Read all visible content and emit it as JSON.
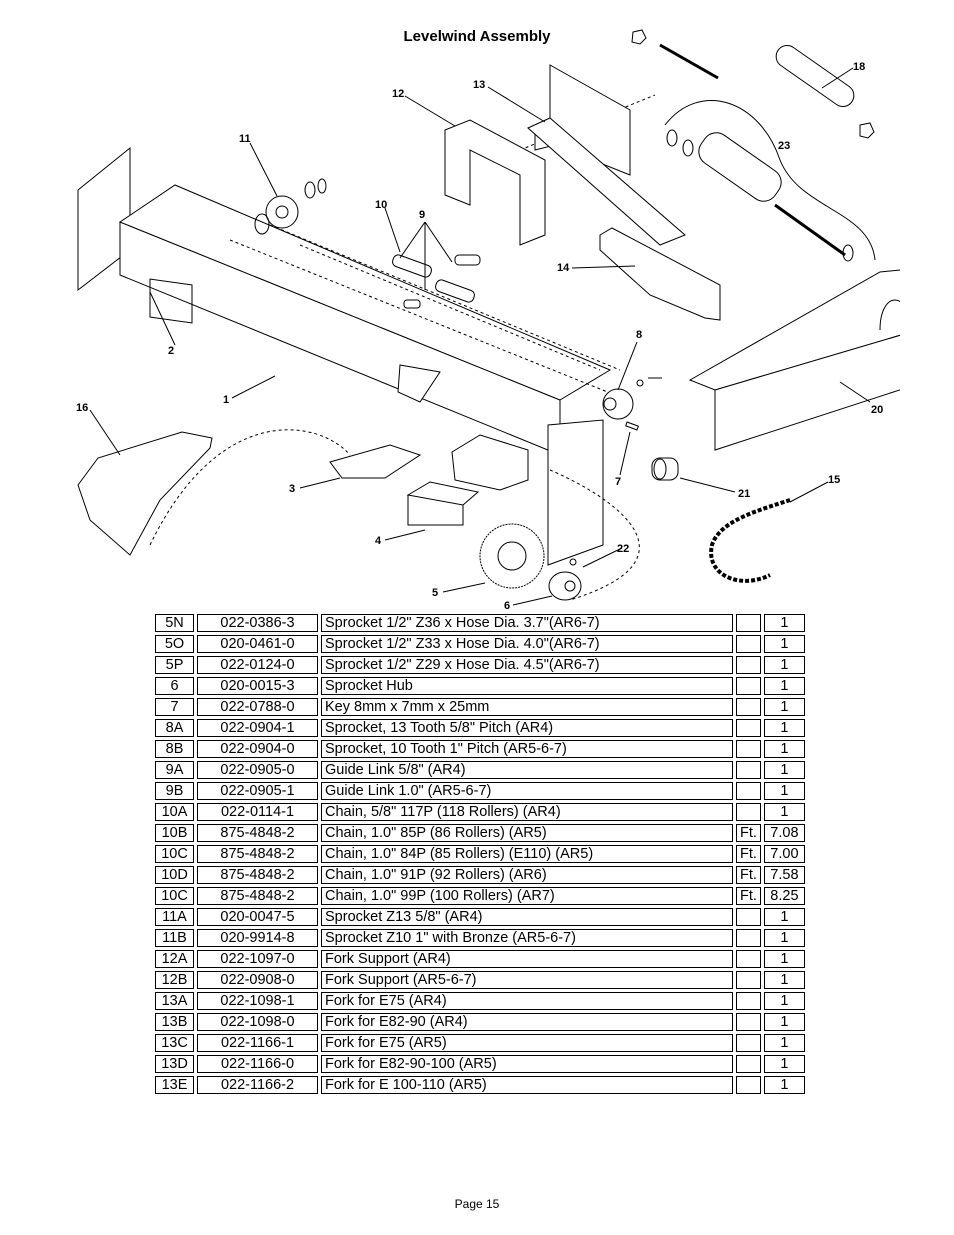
{
  "page": {
    "title": "Levelwind Assembly",
    "footer": "Page 15"
  },
  "diagram": {
    "callouts": [
      "1",
      "2",
      "3",
      "4",
      "5",
      "6",
      "7",
      "8",
      "9",
      "10",
      "11",
      "12",
      "13",
      "14",
      "15",
      "16",
      "18",
      "20",
      "21",
      "22",
      "23"
    ]
  },
  "parts": [
    {
      "code": "5N",
      "part": "022-0386-3",
      "desc": "Sprocket 1/2\" Z36 x Hose Dia. 3.7\"(AR6-7)",
      "unit": "",
      "qty": "1"
    },
    {
      "code": "5O",
      "part": "020-0461-0",
      "desc": "Sprocket 1/2\" Z33 x Hose Dia. 4.0\"(AR6-7)",
      "unit": "",
      "qty": "1"
    },
    {
      "code": "5P",
      "part": "022-0124-0",
      "desc": "Sprocket 1/2\" Z29 x Hose Dia. 4.5\"(AR6-7)",
      "unit": "",
      "qty": "1"
    },
    {
      "code": "6",
      "part": "020-0015-3",
      "desc": "Sprocket Hub",
      "unit": "",
      "qty": "1"
    },
    {
      "code": "7",
      "part": "022-0788-0",
      "desc": "Key 8mm x 7mm x 25mm",
      "unit": "",
      "qty": "1"
    },
    {
      "code": "8A",
      "part": "022-0904-1",
      "desc": "Sprocket, 13 Tooth  5/8\" Pitch (AR4)",
      "unit": "",
      "qty": "1"
    },
    {
      "code": "8B",
      "part": "022-0904-0",
      "desc": "Sprocket, 10 Tooth  1\" Pitch (AR5-6-7)",
      "unit": "",
      "qty": "1"
    },
    {
      "code": "9A",
      "part": "022-0905-0",
      "desc": "Guide Link  5/8\"  (AR4)",
      "unit": "",
      "qty": "1"
    },
    {
      "code": "9B",
      "part": "022-0905-1",
      "desc": "Guide Link  1.0\"  (AR5-6-7)",
      "unit": "",
      "qty": "1"
    },
    {
      "code": "10A",
      "part": "022-0114-1",
      "desc": "Chain, 5/8\" 117P  (118 Rollers)   (AR4)",
      "unit": "",
      "qty": "1"
    },
    {
      "code": "10B",
      "part": "875-4848-2",
      "desc": "Chain, 1.0\"  85P  (86 Rollers)    (AR5)",
      "unit": "Ft.",
      "qty": "7.08"
    },
    {
      "code": "10C",
      "part": "875-4848-2",
      "desc": "Chain, 1.0\"  84P (85 Rollers)  (E110)    (AR5)",
      "unit": "Ft.",
      "qty": "7.00"
    },
    {
      "code": "10D",
      "part": "875-4848-2",
      "desc": "Chain, 1.0\"  91P  (92 Rollers)    (AR6)",
      "unit": "Ft.",
      "qty": "7.58"
    },
    {
      "code": "10C",
      "part": "875-4848-2",
      "desc": "Chain, 1.0\"  99P (100 Rollers)    (AR7)",
      "unit": "Ft.",
      "qty": "8.25"
    },
    {
      "code": "11A",
      "part": "020-0047-5",
      "desc": "Sprocket Z13 5/8\"  (AR4)",
      "unit": "",
      "qty": "1"
    },
    {
      "code": "11B",
      "part": "020-9914-8",
      "desc": "Sprocket Z10 1\" with Bronze (AR5-6-7)",
      "unit": "",
      "qty": "1"
    },
    {
      "code": "12A",
      "part": "022-1097-0",
      "desc": "Fork Support  (AR4)",
      "unit": "",
      "qty": "1"
    },
    {
      "code": "12B",
      "part": "022-0908-0",
      "desc": "Fork Support  (AR5-6-7)",
      "unit": "",
      "qty": "1"
    },
    {
      "code": "13A",
      "part": "022-1098-1",
      "desc": "Fork for E75 (AR4)",
      "unit": "",
      "qty": "1"
    },
    {
      "code": "13B",
      "part": "022-1098-0",
      "desc": "Fork for E82-90 (AR4)",
      "unit": "",
      "qty": "1"
    },
    {
      "code": "13C",
      "part": "022-1166-1",
      "desc": "Fork for E75 (AR5)",
      "unit": "",
      "qty": "1"
    },
    {
      "code": "13D",
      "part": "022-1166-0",
      "desc": "Fork for E82-90-100  (AR5)",
      "unit": "",
      "qty": "1"
    },
    {
      "code": "13E",
      "part": "022-1166-2",
      "desc": "Fork for E 100-110  (AR5)",
      "unit": "",
      "qty": "1"
    }
  ]
}
